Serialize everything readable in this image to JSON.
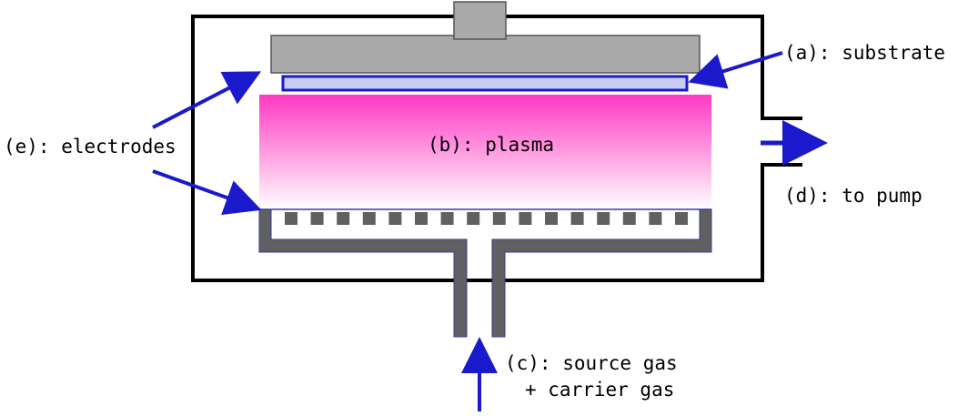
{
  "colors": {
    "chamber_wall": "#000000",
    "top_electrode": "#a9a9a9",
    "gas_pipe": "#606060",
    "substrate_fill": "#c9cdf5",
    "substrate_edge": "#1a1acc",
    "plasma_top": "#ff38c3",
    "plasma_bottom": "#ffffff",
    "arrow": "#1a1acc"
  },
  "labels": {
    "substrate": "(a): substrate",
    "plasma": "(b): plasma",
    "source_gas": "(c): source gas",
    "carrier_gas": "+ carrier gas",
    "to_pump": "(d): to pump",
    "electrodes": "(e): electrodes"
  }
}
